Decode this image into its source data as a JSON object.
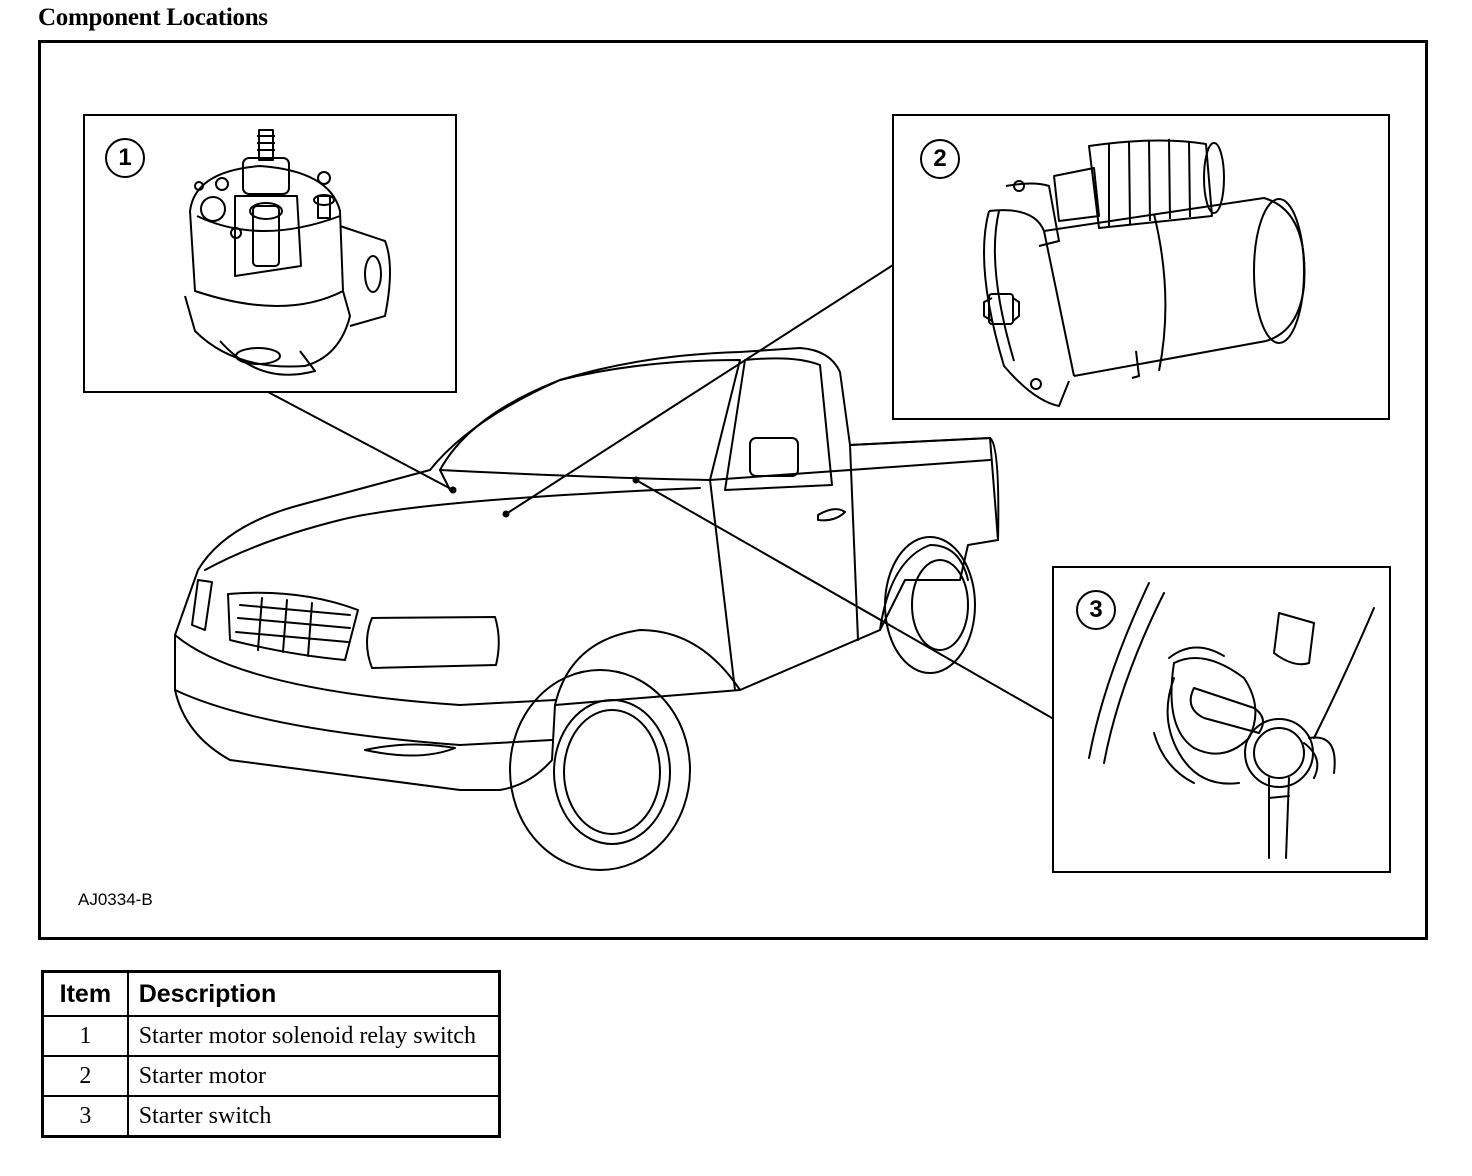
{
  "header": {
    "title": "Component Locations"
  },
  "figure": {
    "code": "AJ0334-B",
    "callouts": [
      {
        "number": "1",
        "component": "Starter motor solenoid relay switch"
      },
      {
        "number": "2",
        "component": "Starter motor"
      },
      {
        "number": "3",
        "component": "Starter switch"
      }
    ]
  },
  "legend_table": {
    "headers": {
      "item": "Item",
      "description": "Description"
    },
    "rows": [
      {
        "item": "1",
        "description": "Starter motor solenoid relay switch"
      },
      {
        "item": "2",
        "description": "Starter motor"
      },
      {
        "item": "3",
        "description": "Starter switch"
      }
    ]
  }
}
